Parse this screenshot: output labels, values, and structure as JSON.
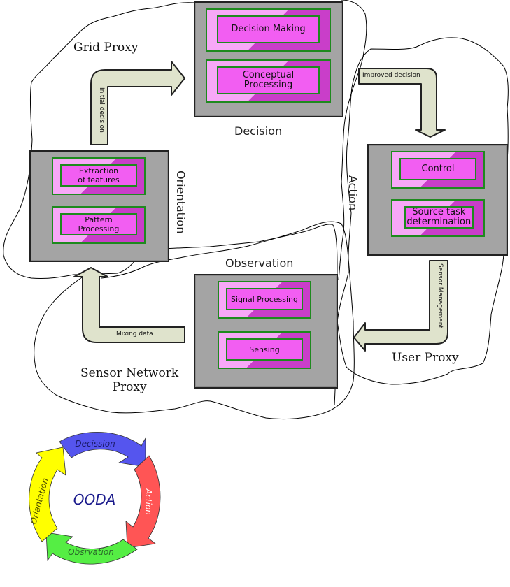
{
  "proxies": {
    "grid": "Grid Proxy",
    "user": "User Proxy",
    "sensor_network_line1": "Sensor Network",
    "sensor_network_line2": "Proxy"
  },
  "stages": {
    "decision": {
      "label": "Decision",
      "items": [
        "Decision Making",
        "Conceptual Processing"
      ]
    },
    "orientation": {
      "label": "Orientation",
      "items": [
        "Extraction of features",
        "Pattern Processing"
      ]
    },
    "action": {
      "label": "Action",
      "items": [
        "Control",
        "Source task determination"
      ]
    },
    "observation": {
      "label": "Observation",
      "items": [
        "Signal Processing",
        "Sensing"
      ]
    }
  },
  "flows": {
    "initial_decision": "Initial decision",
    "improved_decision": "Improved decision",
    "sensor_management": "Sensor Management",
    "mixing_data": "Mixing data"
  },
  "ooda_cycle": {
    "center": "OODA",
    "segments": [
      {
        "label": "Decission",
        "color": "#5555ee"
      },
      {
        "label": "Action",
        "color": "#ff5555"
      },
      {
        "label": "Obsrvation",
        "color": "#55ee44"
      },
      {
        "label": "Oriantation",
        "color": "#ffff00"
      }
    ]
  },
  "colors": {
    "panel": "#a4a4a4",
    "box_face": "#f25ef2",
    "box_border": "#1e8a1e",
    "arrow_fill": "#dfe3cc"
  }
}
